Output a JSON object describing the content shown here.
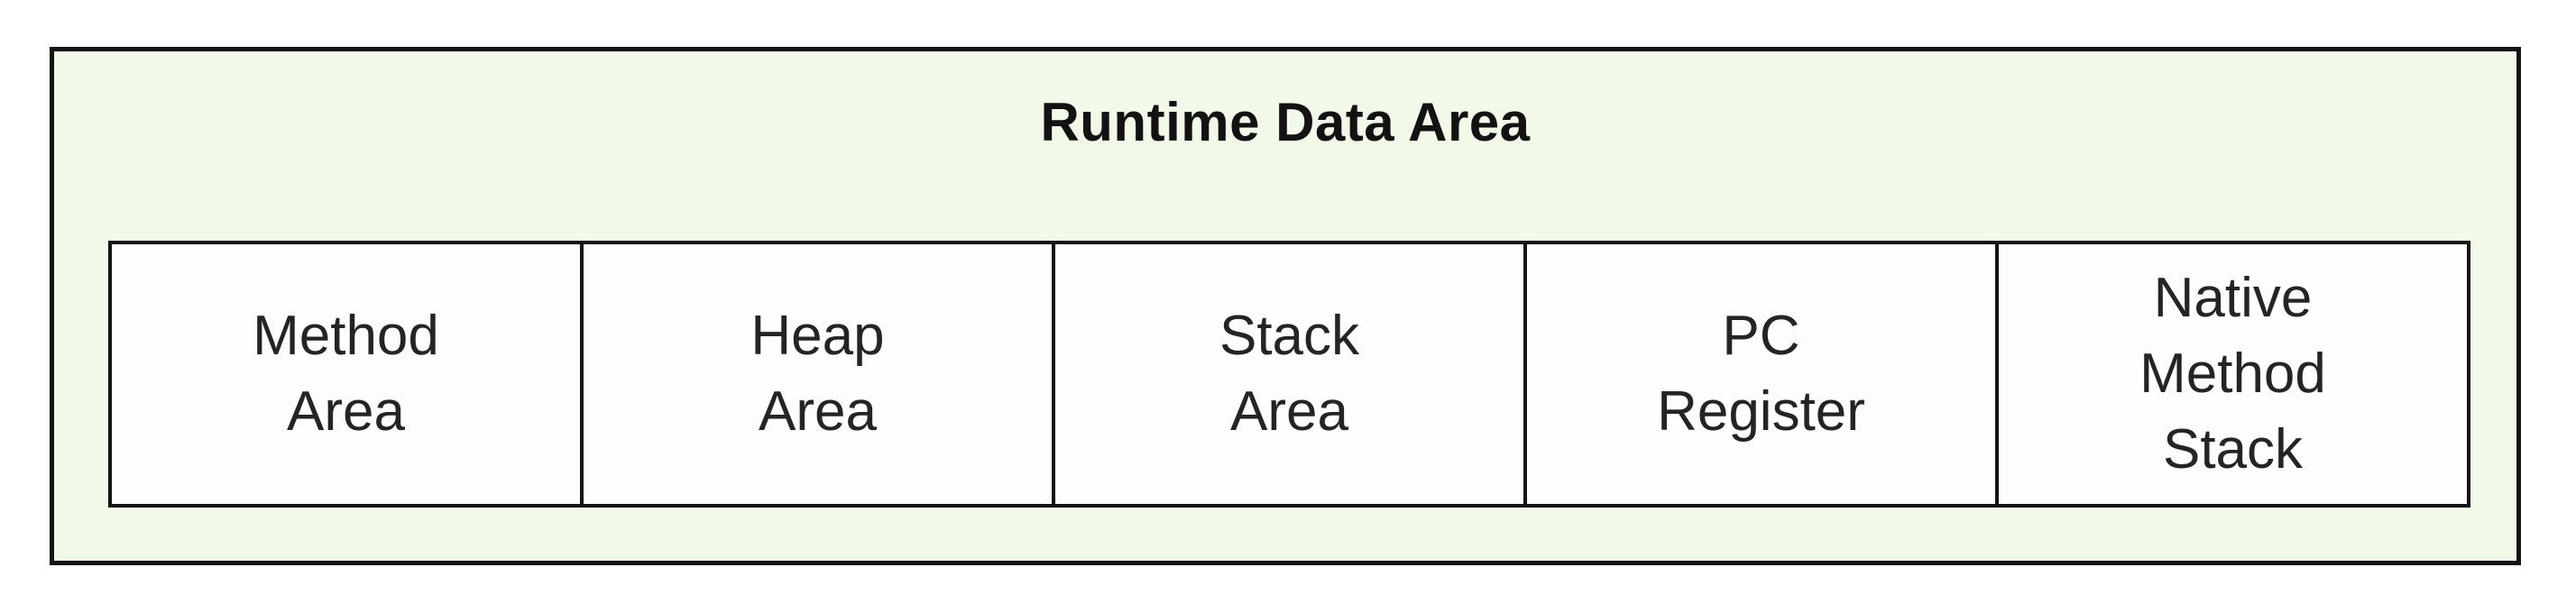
{
  "diagram": {
    "title": "Runtime Data Area",
    "boxes": [
      {
        "name": "method-area",
        "label": "Method Area",
        "lines": [
          "Method",
          "Area"
        ]
      },
      {
        "name": "heap-area",
        "label": "Heap Area",
        "lines": [
          "Heap",
          "Area"
        ]
      },
      {
        "name": "stack-area",
        "label": "Stack Area",
        "lines": [
          "Stack",
          "Area"
        ]
      },
      {
        "name": "pc-register",
        "label": "PC Register",
        "lines": [
          "PC",
          "Register"
        ]
      },
      {
        "name": "native-method-stack",
        "label": "Native Method Stack",
        "lines": [
          "Native",
          "Method",
          "Stack"
        ]
      }
    ],
    "colors": {
      "page_background": "#ffffff",
      "container_fill": "#f2f9e8",
      "box_fill": "#fdfdfc",
      "border": "#141414",
      "text": "#242424"
    }
  }
}
